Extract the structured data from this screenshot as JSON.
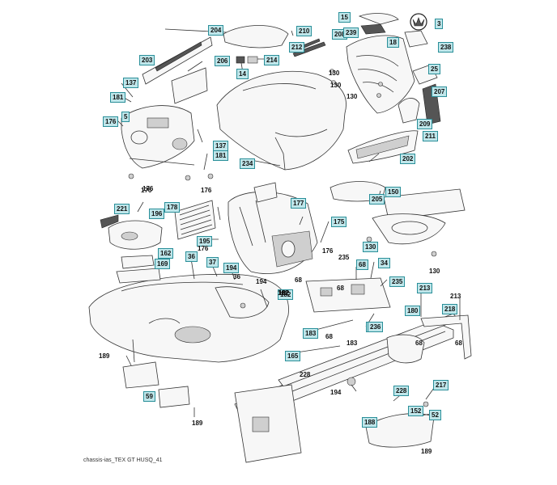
{
  "caption": "chassis-ias_TEX GT HUSQ_41",
  "logo": {
    "shape": "husqvarna-crown-icon"
  },
  "boxed_labels": [
    "15",
    "3",
    "204",
    "210",
    "208",
    "239",
    "238",
    "203",
    "206",
    "212",
    "214",
    "18",
    "14",
    "25",
    "137",
    "181",
    "207",
    "5",
    "209",
    "176",
    "211",
    "202",
    "234",
    "137",
    "181",
    "150",
    "177",
    "205",
    "221",
    "178",
    "196",
    "175",
    "195",
    "130",
    "162",
    "36",
    "37",
    "194",
    "169",
    "68",
    "34",
    "236",
    "235",
    "213",
    "182",
    "218",
    "180",
    "183",
    "236",
    "165",
    "217",
    "59",
    "228",
    "188",
    "152",
    "52"
  ],
  "plain_labels": [
    "130",
    "130",
    "130",
    "176",
    "176",
    "176",
    "176",
    "235",
    "36",
    "194",
    "68",
    "68",
    "176",
    "182",
    "68",
    "68",
    "183",
    "182",
    "189",
    "189",
    "228",
    "194",
    "189",
    "213",
    "68",
    "130"
  ]
}
